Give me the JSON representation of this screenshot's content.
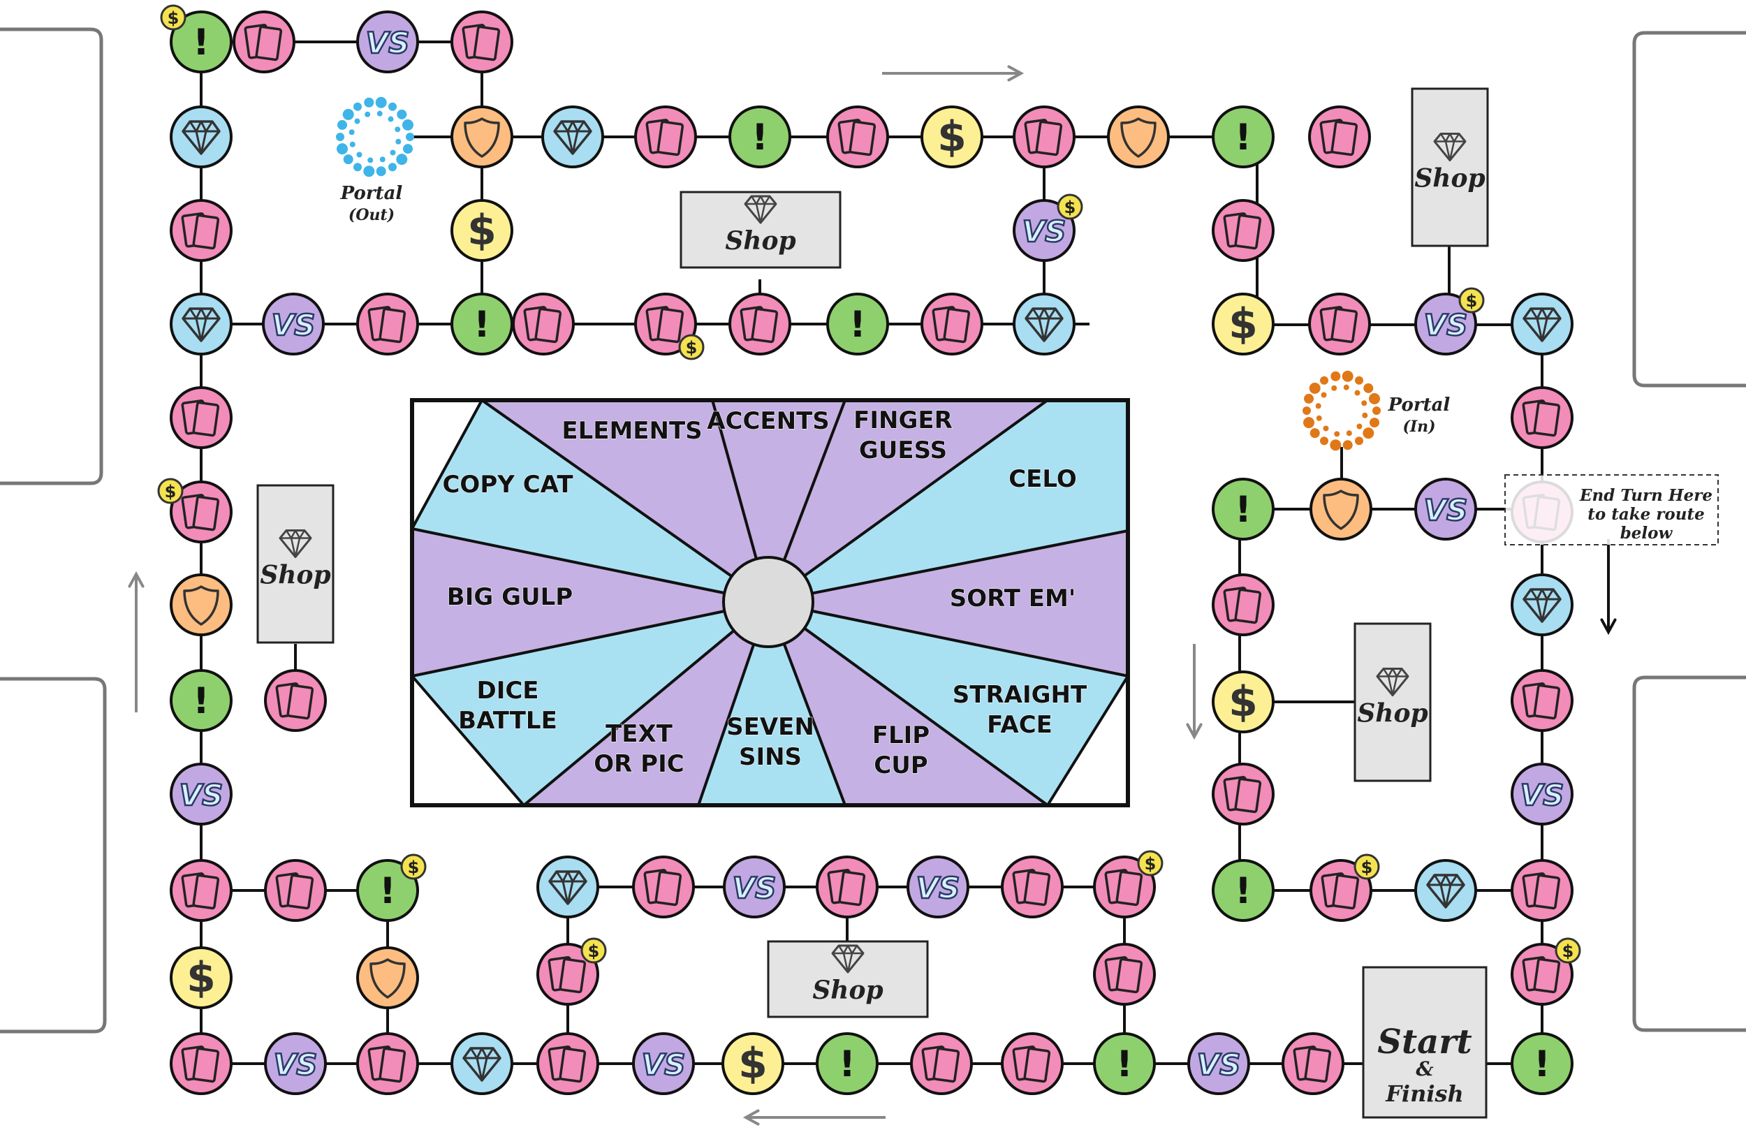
{
  "board": {
    "shops": [
      {
        "label": "Shop"
      },
      {
        "label": "Shop"
      },
      {
        "label": "Shop"
      },
      {
        "label": "Shop"
      },
      {
        "label": "Shop"
      }
    ],
    "portal_out": {
      "title": "Portal",
      "sub": "(Out)"
    },
    "portal_in": {
      "title": "Portal",
      "sub": "(In)"
    },
    "end_turn_note": [
      "End Turn Here",
      "to take route",
      "below"
    ],
    "start_finish": {
      "title": "Start",
      "amp": "&",
      "finish": "Finish"
    },
    "space_text": {
      "vs": "VS",
      "challenge": "!",
      "money": "$"
    },
    "colors": {
      "card": "#f28cb9",
      "vs": "#c2a8e2",
      "challenge": "#8fd06e",
      "money": "#fdf094",
      "gem": "#a8ddf2",
      "shield": "#fdbd80",
      "vs_text": "#d8f0ff",
      "wheel_purple": "#c5b1e3",
      "wheel_blue": "#a9e1f3",
      "portal_out": "#3fb4e8",
      "portal_in": "#e07818"
    }
  },
  "wheel": {
    "segments": [
      {
        "lines": [
          "ELEMENTS"
        ]
      },
      {
        "lines": [
          "ACCENTS"
        ]
      },
      {
        "lines": [
          "FINGER",
          "GUESS"
        ]
      },
      {
        "lines": [
          "CELO"
        ]
      },
      {
        "lines": [
          "SORT EM'"
        ]
      },
      {
        "lines": [
          "STRAIGHT",
          "FACE"
        ]
      },
      {
        "lines": [
          "FLIP",
          "CUP"
        ]
      },
      {
        "lines": [
          "SEVEN",
          "SINS"
        ]
      },
      {
        "lines": [
          "TEXT",
          "OR PIC"
        ]
      },
      {
        "lines": [
          "DICE",
          "BATTLE"
        ]
      },
      {
        "lines": [
          "BIG GULP"
        ]
      },
      {
        "lines": [
          "COPY CAT"
        ]
      }
    ]
  }
}
